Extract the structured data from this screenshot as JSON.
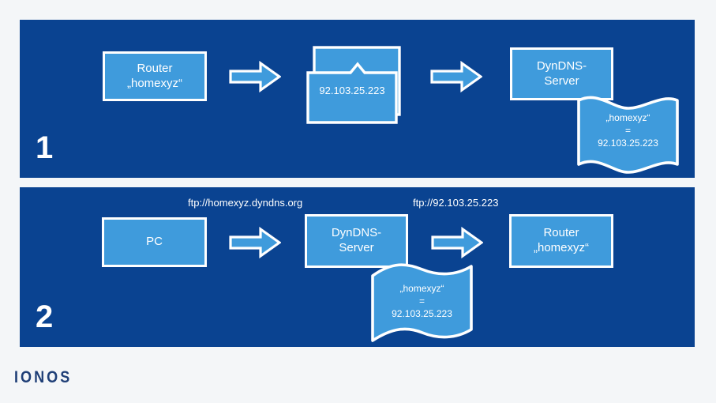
{
  "page": {
    "background": "#f4f6f8",
    "panel_background": "#0a4391",
    "box_fill": "#3f9bdc",
    "stroke": "#ffffff",
    "logo_color": "#1f3f77"
  },
  "logo": {
    "text": "IONOS"
  },
  "steps": [
    {
      "number": "1",
      "nodes": {
        "router": "Router\n„homexyz“",
        "envelope_ip": "92.103.25.223",
        "server": "DynDNS-\nServer"
      },
      "flag": {
        "line1": "„homexyz“",
        "line2": "=",
        "line3": "92.103.25.223"
      },
      "arrows": [
        "arrow-right-icon",
        "arrow-right-icon"
      ]
    },
    {
      "number": "2",
      "nodes": {
        "pc": "PC",
        "server": "DynDNS-\nServer",
        "router": "Router\n„homexyz“"
      },
      "flag": {
        "line1": "„homexyz“",
        "line2": "=",
        "line3": "92.103.25.223"
      },
      "labels": {
        "url_left": "ftp://homexyz.dyndns.org",
        "url_right": "ftp://92.103.25.223"
      },
      "arrows": [
        "arrow-right-icon",
        "arrow-right-icon"
      ]
    }
  ]
}
